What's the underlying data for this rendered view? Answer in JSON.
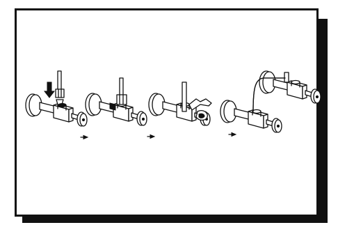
{
  "figure": {
    "border_color": "#111111",
    "background_color": "#ffffff",
    "steps": [
      {
        "id": 1,
        "icon": "valve-with-ferrule-insertion-icon"
      },
      {
        "id": 2,
        "icon": "valve-with-nut-placement-icon"
      },
      {
        "id": 3,
        "icon": "valve-with-wrench-tightening-icon"
      },
      {
        "id": 4,
        "icon": "valve-installed-two-views-icon"
      }
    ],
    "arrows": [
      "step-arrow-icon",
      "step-arrow-icon",
      "step-arrow-icon"
    ]
  }
}
